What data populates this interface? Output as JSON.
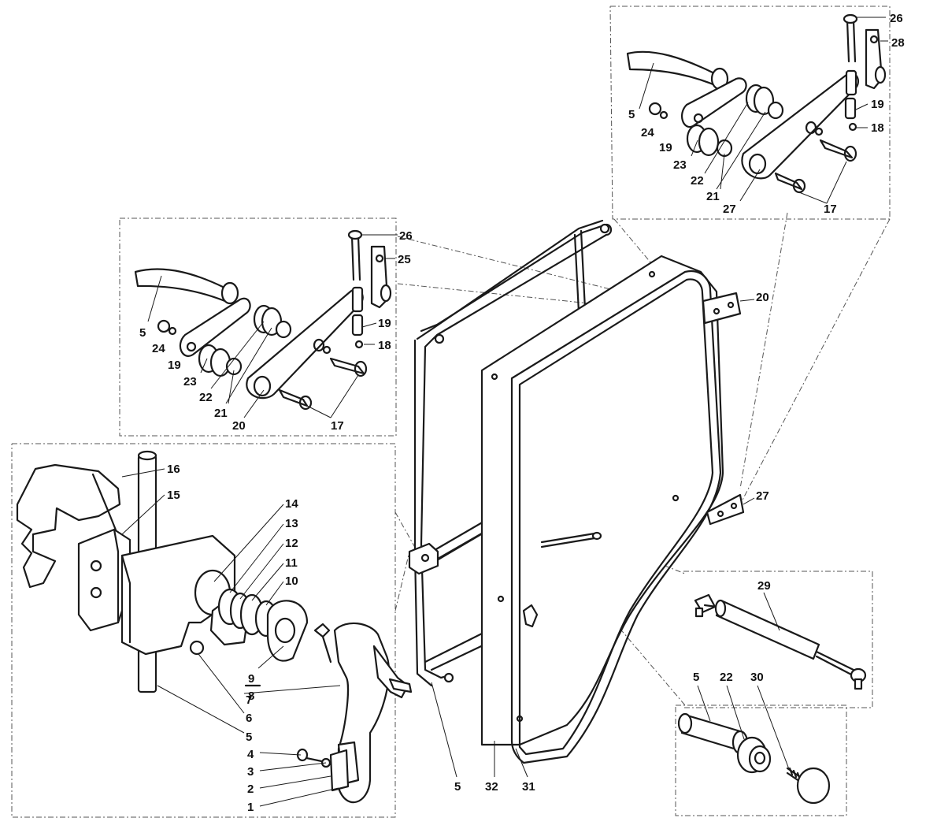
{
  "labels": {
    "tr_26": "26",
    "tr_28": "28",
    "tr_5": "5",
    "tr_24": "24",
    "tr_19a": "19",
    "tr_19b": "19",
    "tr_18": "18",
    "tr_23": "23",
    "tr_22": "22",
    "tr_21": "21",
    "tr_27": "27",
    "tr_17": "17",
    "ml_26": "26",
    "ml_25": "25",
    "ml_5": "5",
    "ml_24": "24",
    "ml_19a": "19",
    "ml_19b": "19",
    "ml_18": "18",
    "ml_23": "23",
    "ml_22": "22",
    "ml_21": "21",
    "ml_20": "20",
    "ml_17": "17",
    "bl_16": "16",
    "bl_15": "15",
    "bl_14": "14",
    "bl_13": "13",
    "bl_12": "12",
    "bl_11": "11",
    "bl_10": "10",
    "bl_9": "9",
    "bl_8": "8",
    "bl_7": "7",
    "bl_6": "6",
    "bl_5": "5",
    "bl_4": "4",
    "bl_3": "3",
    "bl_2": "2",
    "bl_1": "1",
    "c_20": "20",
    "c_27": "27",
    "c_5": "5",
    "c_32": "32",
    "c_31": "31",
    "br_29": "29",
    "br_5": "5",
    "br_22": "22",
    "br_30": "30"
  },
  "colors": {
    "ink": "#1a1a1a",
    "paper": "#ffffff"
  }
}
